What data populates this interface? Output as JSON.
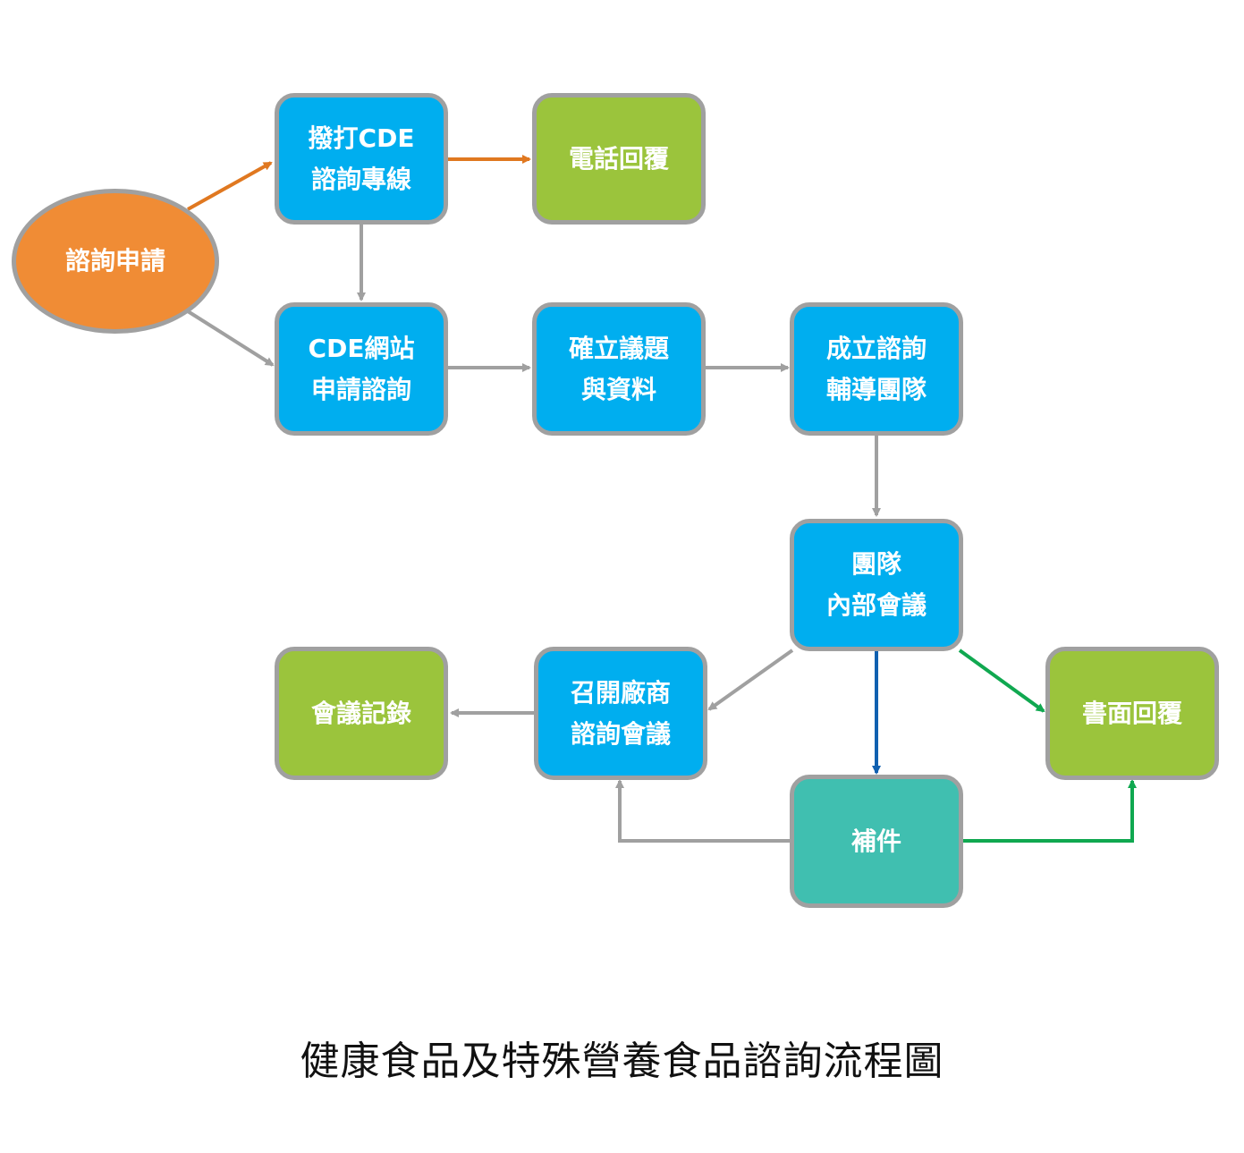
{
  "title": "健康食品及特殊營養食品諮詢流程圖",
  "colors": {
    "blue": "#00aeef",
    "green": "#9bc43c",
    "teal": "#40bfb0",
    "orange": "#f08c35",
    "border_gray": "#a0a0a0",
    "arrow_gray": "#a0a0a0",
    "arrow_orange": "#e07820",
    "arrow_green": "#10a850",
    "arrow_blue": "#1060b0"
  },
  "nodes": {
    "apply": {
      "lines": [
        "諮詢申請"
      ]
    },
    "hotline": {
      "lines": [
        "撥打CDE",
        "諮詢專線"
      ]
    },
    "phone_reply": {
      "lines": [
        "電話回覆"
      ]
    },
    "website": {
      "lines": [
        "CDE網站",
        "申請諮詢"
      ]
    },
    "confirm": {
      "lines": [
        "確立議題",
        "與資料"
      ]
    },
    "team_setup": {
      "lines": [
        "成立諮詢",
        "輔導團隊"
      ]
    },
    "internal_meeting": {
      "lines": [
        "團隊",
        "內部會議"
      ]
    },
    "vendor_meeting": {
      "lines": [
        "召開廠商",
        "諮詢會議"
      ]
    },
    "minutes": {
      "lines": [
        "會議記錄"
      ]
    },
    "written_reply": {
      "lines": [
        "書面回覆"
      ]
    },
    "supplement": {
      "lines": [
        "補件"
      ]
    }
  },
  "edges": [
    {
      "from": "apply",
      "to": "hotline",
      "color": "orange"
    },
    {
      "from": "hotline",
      "to": "phone_reply",
      "color": "orange"
    },
    {
      "from": "hotline",
      "to": "website",
      "color": "gray"
    },
    {
      "from": "apply",
      "to": "website",
      "color": "gray"
    },
    {
      "from": "website",
      "to": "confirm",
      "color": "gray"
    },
    {
      "from": "confirm",
      "to": "team_setup",
      "color": "gray"
    },
    {
      "from": "team_setup",
      "to": "internal_meeting",
      "color": "gray"
    },
    {
      "from": "internal_meeting",
      "to": "vendor_meeting",
      "color": "gray"
    },
    {
      "from": "internal_meeting",
      "to": "supplement",
      "color": "blue"
    },
    {
      "from": "internal_meeting",
      "to": "written_reply",
      "color": "green"
    },
    {
      "from": "vendor_meeting",
      "to": "minutes",
      "color": "gray"
    },
    {
      "from": "supplement",
      "to": "vendor_meeting",
      "color": "gray"
    },
    {
      "from": "supplement",
      "to": "written_reply",
      "color": "green"
    }
  ]
}
